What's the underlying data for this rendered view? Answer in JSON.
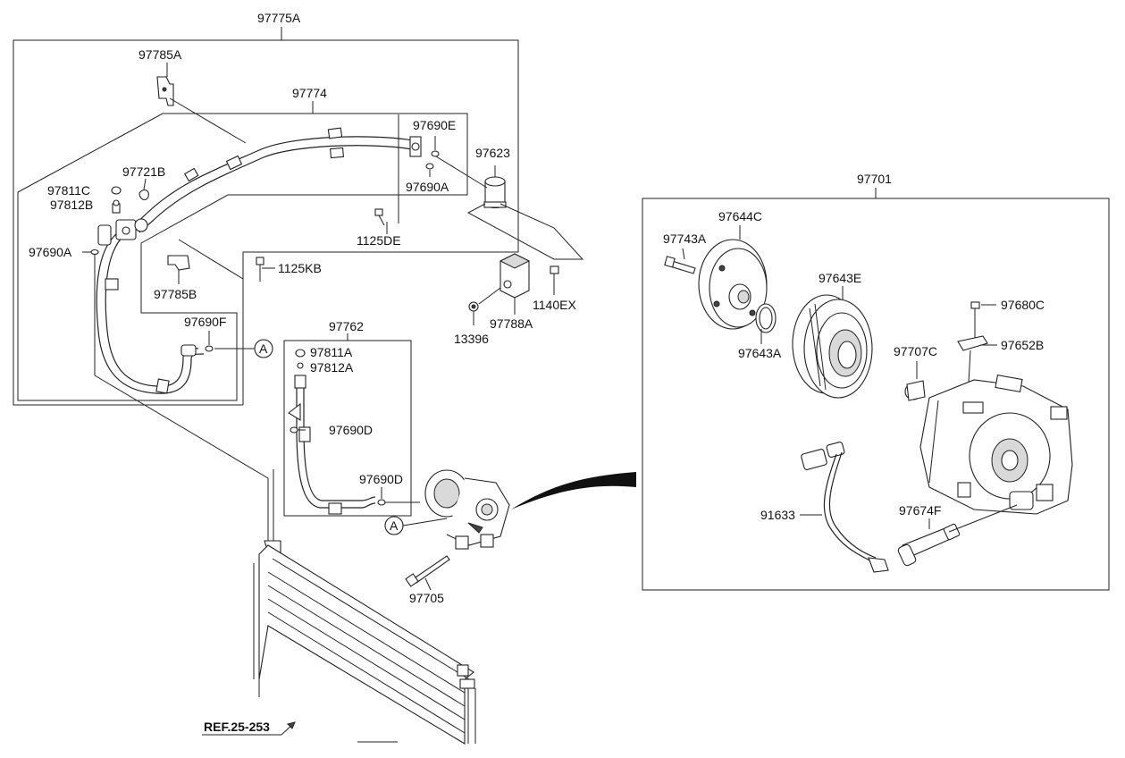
{
  "labels": {
    "l97775A": "97775A",
    "l97785A": "97785A",
    "l97774": "97774",
    "l97690E": "97690E",
    "l97623": "97623",
    "l97721B": "97721B",
    "l97811C": "97811C",
    "l97812B": "97812B",
    "l97690A_r": "97690A",
    "l97690A_l": "97690A",
    "l1125DE": "1125DE",
    "l1125KB": "1125KB",
    "l97785B": "97785B",
    "l97690F": "97690F",
    "lA1": "A",
    "l97762": "97762",
    "l97811A": "97811A",
    "l97812A": "97812A",
    "l97690D_1": "97690D",
    "l97690D_2": "97690D",
    "lA2": "A",
    "l97705": "97705",
    "l1140EX": "1140EX",
    "l97788A": "97788A",
    "l13396": "13396",
    "lref": "REF.25-253",
    "l97701": "97701",
    "l97743A": "97743A",
    "l97644C": "97644C",
    "l97643E": "97643E",
    "l97643A": "97643A",
    "l97680C": "97680C",
    "l97652B": "97652B",
    "l97707C": "97707C",
    "l91633": "91633",
    "l97674F": "97674F"
  }
}
